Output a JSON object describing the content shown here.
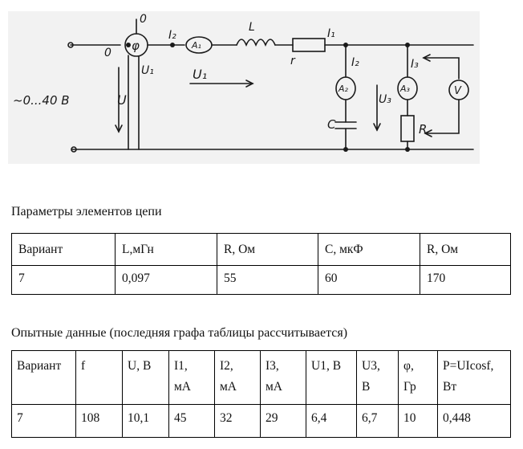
{
  "sketch": {
    "labels": {
      "zero_top": "0",
      "zero_left": "0",
      "phi": "φ",
      "i2_top": "I₂",
      "a1": "A₁",
      "l": "L",
      "r_small": "r",
      "i1": "I₁",
      "u1_small": "U₁",
      "u1_big": "U₁",
      "u": "U",
      "source": "~0...40 B",
      "i2_right": "I₂",
      "a2": "A₂",
      "c": "C",
      "u3": "U₃",
      "i3": "I₃",
      "a3": "A₃",
      "r_big": "R",
      "v": "V"
    }
  },
  "params_section": {
    "caption": "Параметры элементов цепи",
    "headers": [
      "Вариант",
      "L,мГн",
      "R, Ом",
      "C, мкФ",
      "R, Ом"
    ],
    "row": [
      "7",
      "0,097",
      "55",
      "60",
      "170"
    ]
  },
  "experiment_section": {
    "caption": "Опытные данные (последняя графа таблицы рассчитывается)",
    "headers": [
      {
        "l1": "Вариант",
        "l2": ""
      },
      {
        "l1": "f",
        "l2": ""
      },
      {
        "l1": "U, В",
        "l2": ""
      },
      {
        "l1": "I1,",
        "l2": "мА"
      },
      {
        "l1": "I2,",
        "l2": "мА"
      },
      {
        "l1": "I3,",
        "l2": "мА"
      },
      {
        "l1": "U1, В",
        "l2": ""
      },
      {
        "l1": "U3,",
        "l2": "В"
      },
      {
        "l1": "φ,",
        "l2": "Гр"
      },
      {
        "l1": "P=UIcosf,",
        "l2": "Вт"
      }
    ],
    "row": [
      "7",
      "108",
      "10,1",
      "45",
      "32",
      "29",
      "6,4",
      "6,7",
      "10",
      "0,448"
    ]
  }
}
